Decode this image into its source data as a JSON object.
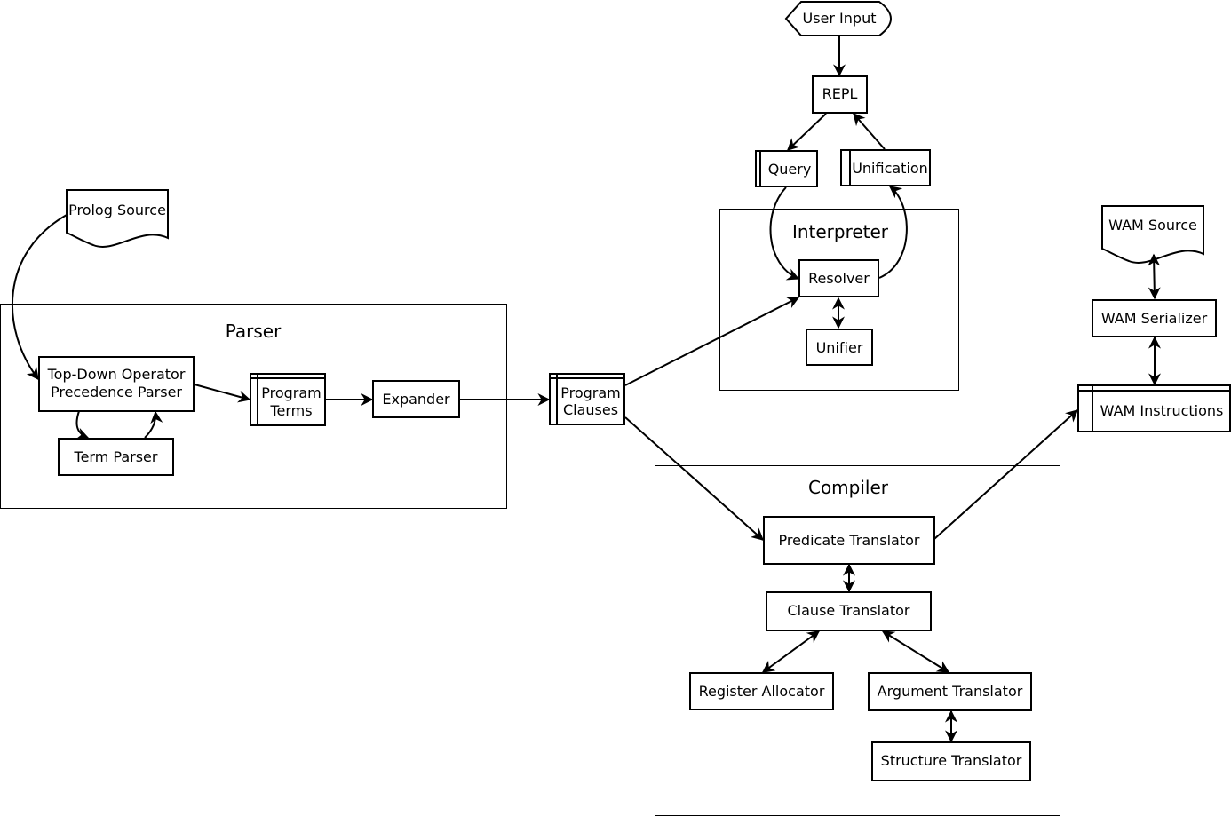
{
  "groups": {
    "parser": "Parser",
    "interpreter": "Interpreter",
    "compiler": "Compiler"
  },
  "nodes": {
    "user_input": "User Input",
    "repl": "REPL",
    "query": "Query",
    "unification": "Unification",
    "resolver": "Resolver",
    "unifier": "Unifier",
    "prolog_source": "Prolog Source",
    "top_down_parser": [
      "Top-Down Operator",
      "Precedence Parser"
    ],
    "term_parser": "Term Parser",
    "program_terms": [
      "Program",
      "Terms"
    ],
    "expander": "Expander",
    "program_clauses": [
      "Program",
      "Clauses"
    ],
    "wam_source": "WAM Source",
    "wam_serializer": "WAM Serializer",
    "wam_instructions": "WAM Instructions",
    "predicate_translator": "Predicate Translator",
    "clause_translator": "Clause Translator",
    "register_allocator": "Register Allocator",
    "argument_translator": "Argument Translator",
    "structure_translator": "Structure Translator"
  },
  "colors": {
    "stroke": "#000000",
    "background": "#ffffff"
  }
}
